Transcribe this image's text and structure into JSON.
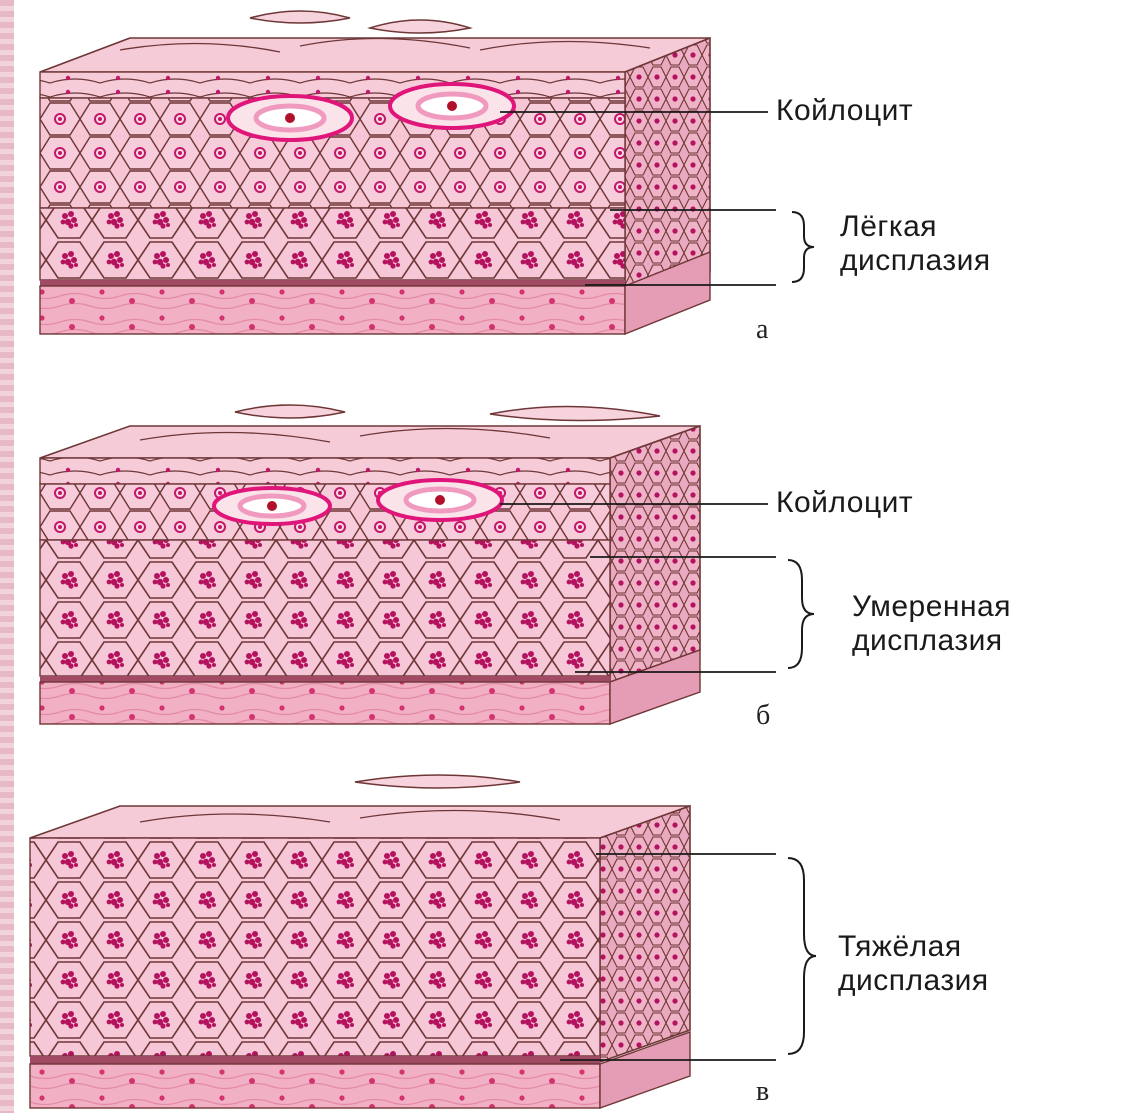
{
  "panels": [
    {
      "letter": "а",
      "labels": {
        "koilocyte": "Койлоцит",
        "dysplasia_line1": "Лёгкая",
        "dysplasia_line2": "дисплазия"
      }
    },
    {
      "letter": "б",
      "labels": {
        "koilocyte": "Койлоцит",
        "dysplasia_line1": "Умеренная",
        "dysplasia_line2": "дисплазия"
      }
    },
    {
      "letter": "в",
      "labels": {
        "dysplasia_line1": "Тяжёлая",
        "dysplasia_line2": "дисплазия"
      }
    }
  ],
  "colors": {
    "cell_fill": "#f4bfd0",
    "cell_outline": "#7a3b3b",
    "nucleus": "#c0186a",
    "dysplastic_nucleus": "#b4125e",
    "stroma": "#f0a8bd",
    "koilocyte_ring": "#e0157a"
  }
}
